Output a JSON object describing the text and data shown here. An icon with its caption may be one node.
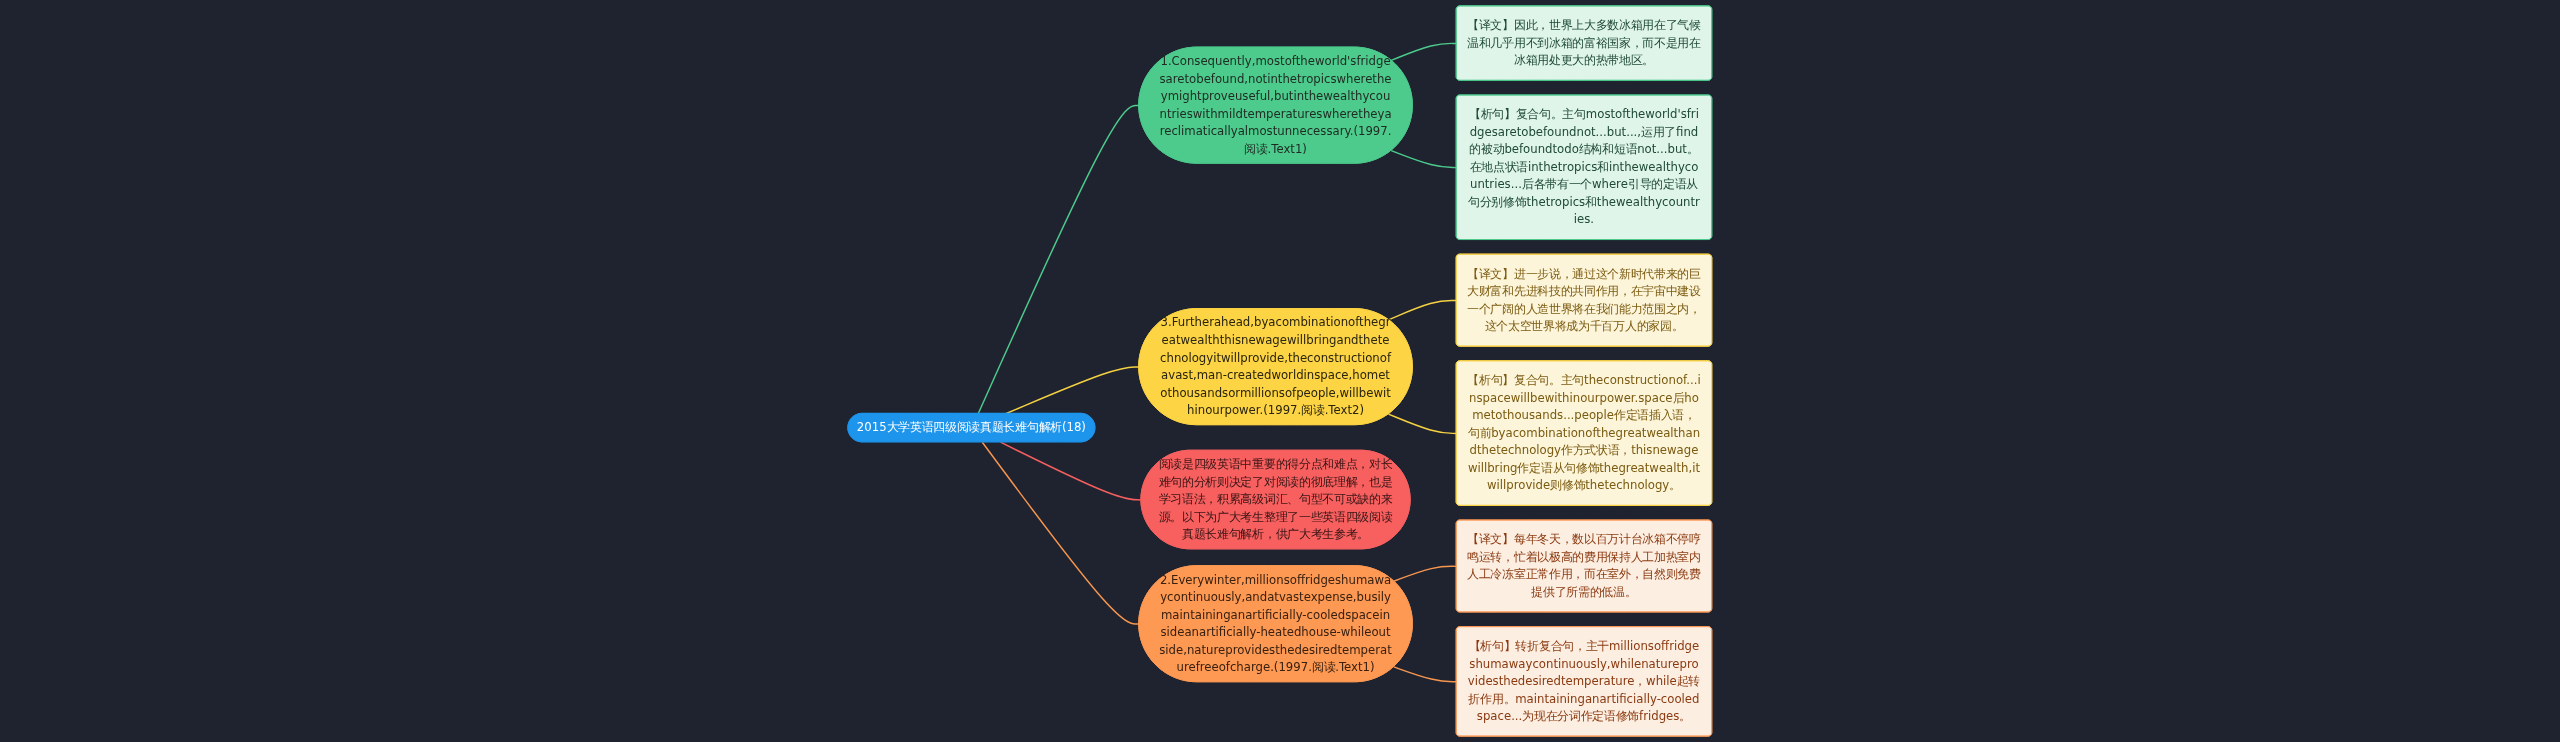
{
  "diagram": {
    "nodes": [
      {
        "text": [
          "2015大学英语四级阅读真题长难句解析(18)"
        ]
      },
      {
        "text": [
          "1.Consequently,mostoftheworld'sfridgesaretobefound,notinthetropicswheretheymightproveuseful,butinthewealthycountrieswithmildtemperatureswheretheyareclimaticallyalmostunnecessary.(1997.阅读.Text1)"
        ]
      },
      {
        "text": [
          "【译文】因此，世界上大多数冰箱用在了气候温和几乎用不到冰箱的富裕国家，而不是用在冰箱用处更大的热带地区。"
        ]
      },
      {
        "text": [
          "【析句】复合句。主句mostoftheworld'sfridgesaretobefoundnot...but...,运用了find的被动befoundtodo结构和短语not...but。在地点状语inthetropics和inthewealthycountries...后各带有一个where引导的定语从句分别修饰thetropics和thewealthycountries."
        ]
      },
      {
        "text": [
          "3.Furtherahead,byacombinationofthegreatwealththisnewagewillbringandthetechnologyitwillprovide,theconstructionofavast,man-createdworldinspace,hometothousandsormillionsofpeople,willbewithinourpower.(1997.阅读.Text2)"
        ]
      },
      {
        "text": [
          "【译文】进一步说，通过这个新时代带来的巨大财富和先进科技的共同作用，在宇宙中建设一个广阔的人造世界将在我们能力范围之内，这个太空世界将成为千百万人的家园。"
        ]
      },
      {
        "text": [
          "【析句】复合句。主句theconstructionof...inspacewillbewithinourpower.space后hometothousands...people作定语插入语，句前byacombinationofthegreatwealthandthetechnology作方式状语，thisnewagewillbring作定语从句修饰thegreatwealth,itwillprovide则修饰thetechnology。"
        ]
      },
      {
        "text": [
          "阅读是四级英语中重要的得分点和难点，对长难句的分析则决定了对阅读的彻底理解，也是学习语法，积累高级词汇、句型不可或缺的来源。以下为广大考生整理了一些英语四级阅读真题长难句解析，供广大考生参考。"
        ]
      },
      {
        "text": [
          "2.Everywinter,millionsoffridgeshumawaycontinuously,andatvastexpense,busilymaintaininganartificially-cooledspaceinsideanartificially-heatedhouse-whileoutside,natureprovidesthedesiredtemperaturefreeofcharge.(1997.阅读.Text1)"
        ]
      },
      {
        "text": [
          "【译文】每年冬天，数以百万计台冰箱不停哼鸣运转，忙着以极高的费用保持人工加热室内人工冷冻室正常作用，而在室外，自然则免费提供了所需的低温。"
        ]
      },
      {
        "text": [
          "【析句】转折复合句，主干millionsoffridgeshumawaycontinuously,whilenatureprovidesthedesiredtemperature，while起转折作用。maintaininganartificially-cooledspace...为现在分词作定语修饰fridges。"
        ]
      }
    ],
    "edges": [
      {
        "from": 0,
        "to": 1,
        "arrow": "none",
        "color": "#4ccb8c"
      },
      {
        "from": 1,
        "to": 2,
        "arrow": "none",
        "color": "#4ccb8c"
      },
      {
        "from": 1,
        "to": 3,
        "arrow": "none",
        "color": "#4ccb8c"
      },
      {
        "from": 0,
        "to": 4,
        "arrow": "none",
        "color": "#f5d142"
      },
      {
        "from": 4,
        "to": 5,
        "arrow": "none",
        "color": "#f5d142"
      },
      {
        "from": 4,
        "to": 6,
        "arrow": "none",
        "color": "#f5d142"
      },
      {
        "from": 0,
        "to": 7,
        "arrow": "none",
        "color": "#f15f5f"
      },
      {
        "from": 0,
        "to": 8,
        "arrow": "none",
        "color": "#f7964f"
      },
      {
        "from": 8,
        "to": 9,
        "arrow": "none",
        "color": "#f7964f"
      },
      {
        "from": 8,
        "to": 10,
        "arrow": "none",
        "color": "#f7964f"
      }
    ]
  }
}
